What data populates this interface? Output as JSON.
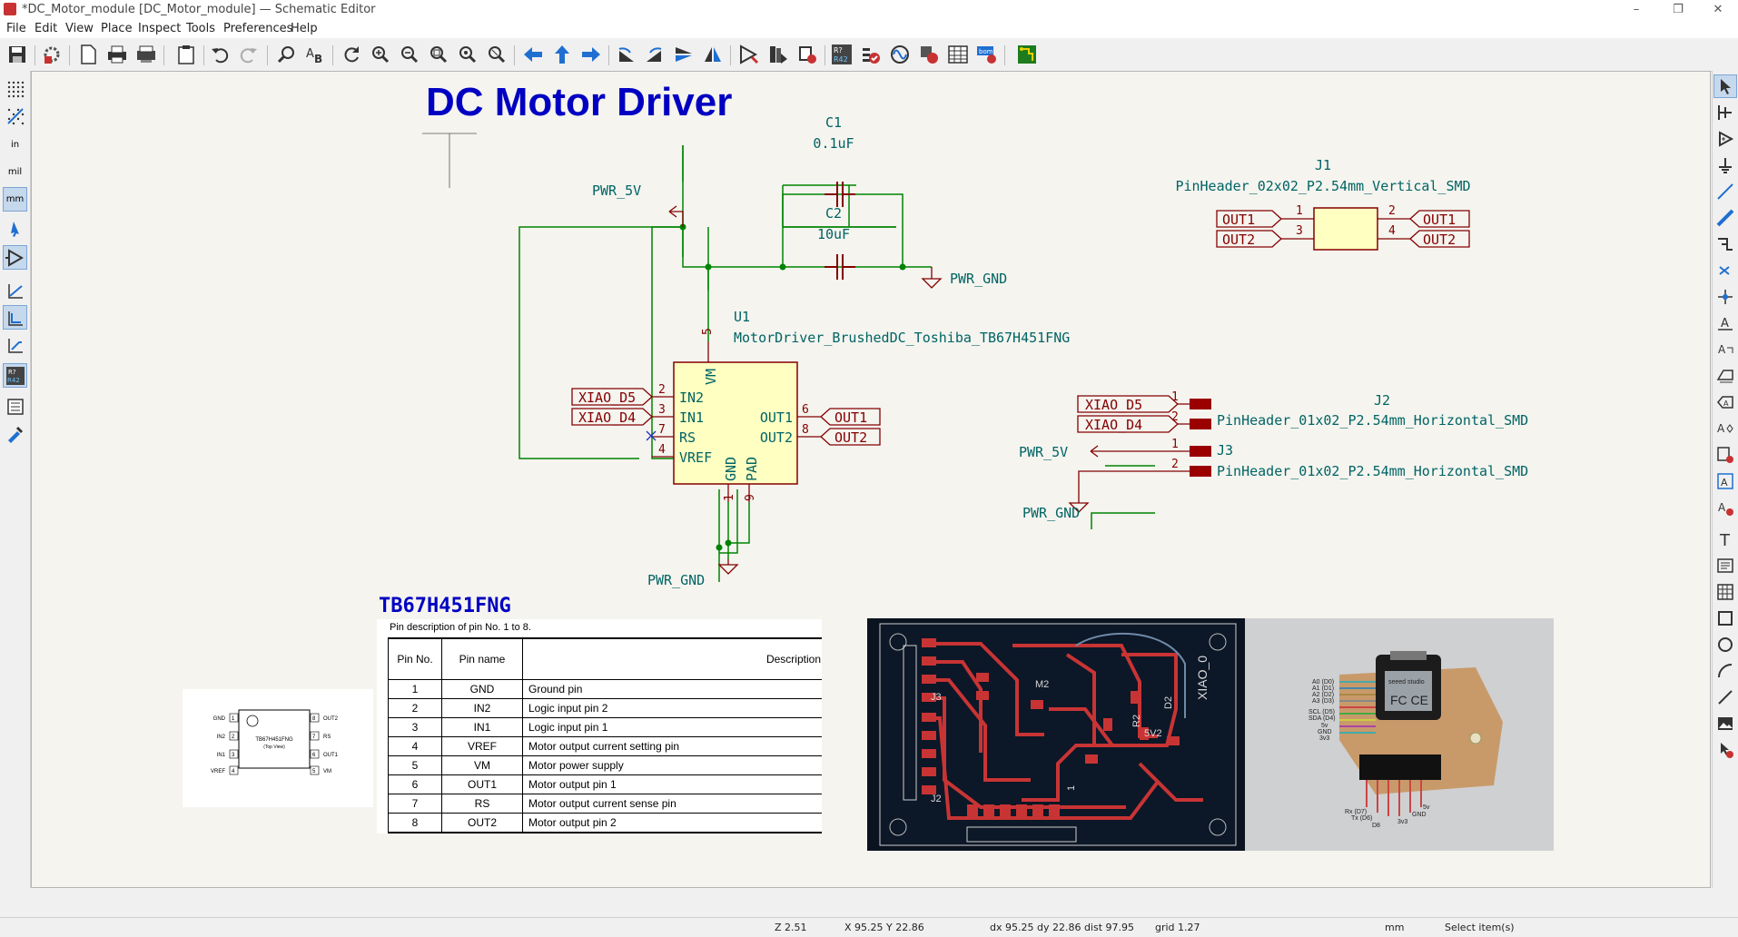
{
  "window": {
    "title": "*DC_Motor_module [DC_Motor_module] — Schematic Editor"
  },
  "menu": {
    "items": [
      "File",
      "Edit",
      "View",
      "Place",
      "Inspect",
      "Tools",
      "Preferences",
      "Help"
    ]
  },
  "toolbar": {
    "icons": [
      "save-icon",
      "schematic-setup-icon",
      "page-settings-icon",
      "print-icon",
      "plot-icon",
      "paste-icon",
      "undo-icon",
      "redo-icon",
      "find-icon",
      "find-replace-icon",
      "refresh-icon",
      "zoom-in-icon",
      "zoom-out-icon",
      "zoom-fit-icon",
      "zoom-objects-icon",
      "zoom-selection-icon",
      "navigate-back-icon",
      "navigate-up-icon",
      "navigate-forward-icon",
      "rotate-ccw-icon",
      "rotate-cw-icon",
      "mirror-vertical-icon",
      "mirror-horizontal-icon",
      "symbol-editor-icon",
      "symbol-library-icon",
      "footprint-assign-icon",
      "annotate-icon",
      "erc-icon",
      "simulator-icon",
      "footprint-editor-icon",
      "bom-table-icon",
      "bom-generate-icon",
      "pcb-editor-icon"
    ]
  },
  "left_toolbar": {
    "units": {
      "in": "in",
      "mil": "mil",
      "mm": "mm"
    },
    "r42": "R42"
  },
  "schematic": {
    "title": "DC Motor Driver",
    "c1": {
      "ref": "C1",
      "value": "0.1uF"
    },
    "c2": {
      "ref": "C2",
      "value": "10uF"
    },
    "u1": {
      "ref": "U1",
      "value": "MotorDriver_BrushedDC_Toshiba_TB67H451FNG",
      "pins_left": [
        {
          "num": "2",
          "name": "IN2"
        },
        {
          "num": "3",
          "name": "IN1"
        },
        {
          "num": "7",
          "name": "RS"
        },
        {
          "num": "4",
          "name": "VREF"
        }
      ],
      "pins_right": [
        {
          "num": "6",
          "name": "OUT1"
        },
        {
          "num": "8",
          "name": "OUT2"
        }
      ],
      "pin_top": {
        "num": "5",
        "name": "VM"
      },
      "pins_bottom": [
        {
          "num": "1",
          "name": "GND"
        },
        {
          "num": "9",
          "name": "PAD"
        }
      ]
    },
    "j1": {
      "ref": "J1",
      "value": "PinHeader_02x02_P2.54mm_Vertical_SMD",
      "pins": [
        "1",
        "3",
        "2",
        "4"
      ]
    },
    "j2": {
      "ref": "J2",
      "value": "PinHeader_01x02_P2.54mm_Horizontal_SMD",
      "pins": [
        "1",
        "2"
      ]
    },
    "j3": {
      "ref": "J3",
      "value": "PinHeader_01x02_P2.54mm_Horizontal_SMD",
      "pins": [
        "1",
        "2"
      ]
    },
    "power": {
      "pwr5v": "PWR_5V",
      "gnd": "PWR_GND"
    },
    "labels": {
      "xiao_d5": "XIAO_D5",
      "xiao_d4": "XIAO_D4",
      "out1": "OUT1",
      "out2": "OUT2"
    }
  },
  "datasheet": {
    "heading": "TB67H451FNG",
    "caption": "Pin description of pin No. 1 to 8.",
    "columns": [
      "Pin No.",
      "Pin name",
      "Description"
    ],
    "rows": [
      [
        "1",
        "GND",
        "Ground pin"
      ],
      [
        "2",
        "IN2",
        "Logic input pin 2"
      ],
      [
        "3",
        "IN1",
        "Logic input pin 1"
      ],
      [
        "4",
        "VREF",
        "Motor output current setting pin"
      ],
      [
        "5",
        "VM",
        "Motor power supply"
      ],
      [
        "6",
        "OUT1",
        "Motor output pin 1"
      ],
      [
        "7",
        "RS",
        "Motor output current sense pin"
      ],
      [
        "8",
        "OUT2",
        "Motor output pin 2"
      ]
    ],
    "package": {
      "name": "TB67H451FNG",
      "view": "(Top View)",
      "left": [
        "GND",
        "IN2",
        "IN1",
        "VREF"
      ],
      "left_nums": [
        "1",
        "2",
        "3",
        "4"
      ],
      "right": [
        "OUT2",
        "RS",
        "OUT1",
        "VM"
      ],
      "right_nums": [
        "8",
        "7",
        "6",
        "5"
      ]
    }
  },
  "pcb_image": {
    "labels": [
      "J3",
      "J2",
      "M2",
      "R2",
      "D2",
      "1",
      "5V2",
      "XIAO_0"
    ]
  },
  "photo_image": {
    "left_labels": [
      "A0 (D0)",
      "A1 (D1)",
      "A2 (D2)",
      "A3 (D3)",
      "SCL (D5)",
      "SDA (D4)",
      "5v",
      "GND",
      "3v3"
    ],
    "bottom_labels": [
      "Rx (D7)",
      "Tx (D6)",
      "D8",
      "3v3",
      "GND",
      "5v"
    ],
    "board_text": "seeed studio"
  },
  "status": {
    "zoom": "Z 2.51",
    "xy": "X 95.25  Y 22.86",
    "delta": "dx 95.25  dy 22.86  dist 97.95",
    "grid": "grid 1.27",
    "units": "mm",
    "mode": "Select item(s)"
  },
  "colors": {
    "wire": "#008400",
    "schematic_text": "#006464",
    "symbol_fill": "#ffffc2",
    "symbol_outline": "#840000",
    "title": "#0000c2",
    "pcb_copper": "#c83434"
  }
}
